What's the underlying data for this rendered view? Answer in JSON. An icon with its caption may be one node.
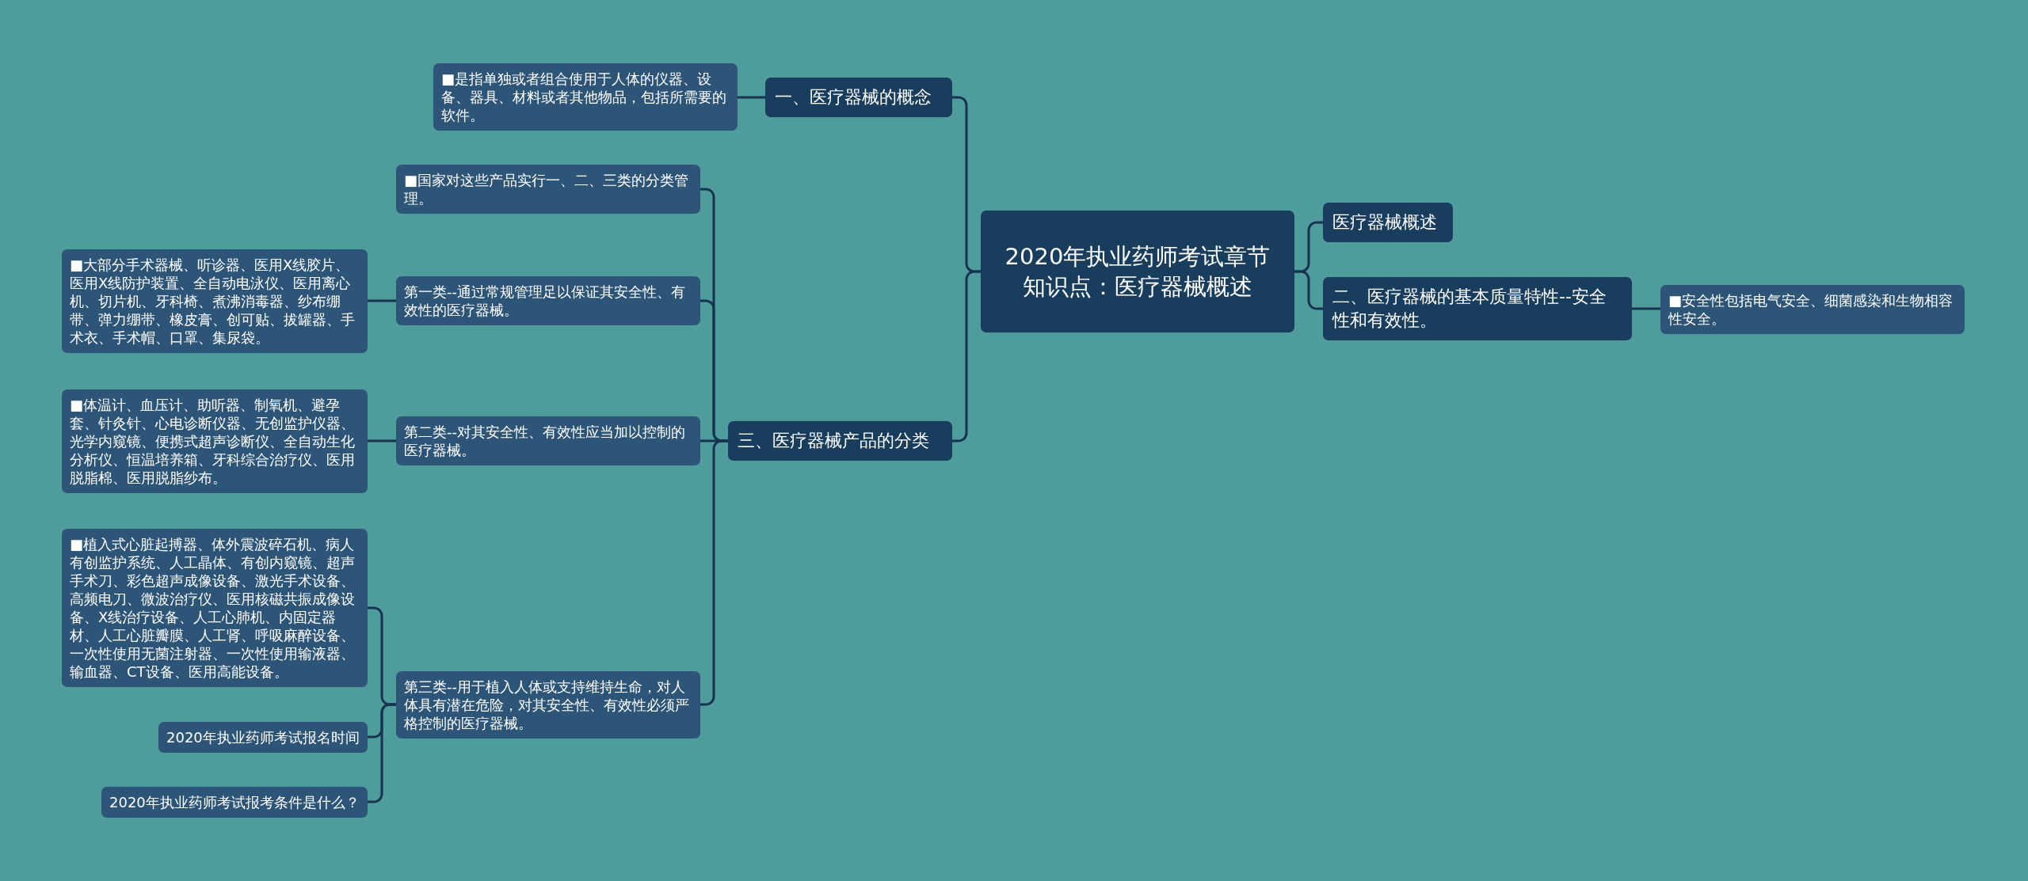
{
  "diagram": {
    "nodes": [
      {
        "text": [
          "2020年执业药师考试章节知识点：医疗器械概述"
        ]
      },
      {
        "text": [
          "一、医疗器械的概念"
        ]
      },
      {
        "text": [
          "■是指单独或者组合使用于人体的仪器、设备、器具、材料或者其他物品，包括所需要的软件。"
        ]
      },
      {
        "text": [
          "三、医疗器械产品的分类"
        ]
      },
      {
        "text": [
          "■国家对这些产品实行一、二、三类的分类管理。"
        ]
      },
      {
        "text": [
          "第一类--通过常规管理足以保证其安全性、有效性的医疗器械。"
        ]
      },
      {
        "text": [
          "■大部分手术器械、听诊器、医用X线胶片、医用X线防护装置、全自动电泳仪、医用离心机、切片机、牙科椅、煮沸消毒器、纱布绷带、弹力绷带、橡皮膏、创可贴、拔罐器、手术衣、手术帽、口罩、集尿袋。"
        ]
      },
      {
        "text": [
          "第二类--对其安全性、有效性应当加以控制的医疗器械。"
        ]
      },
      {
        "text": [
          "■体温计、血压计、助听器、制氧机、避孕套、针灸针、心电诊断仪器、无创监护仪器、光学内窥镜、便携式超声诊断仪、全自动生化分析仪、恒温培养箱、牙科综合治疗仪、医用脱脂棉、医用脱脂纱布。"
        ]
      },
      {
        "text": [
          "第三类--用于植入人体或支持维持生命，对人体具有潜在危险，对其安全性、有效性必须严格控制的医疗器械。"
        ]
      },
      {
        "text": [
          "■植入式心脏起搏器、体外震波碎石机、病人有创监护系统、人工晶体、有创内窥镜、超声手术刀、彩色超声成像设备、激光手术设备、高频电刀、微波治疗仪、医用核磁共振成像设备、X线治疗设备、人工心肺机、内固定器材、人工心脏瓣膜、人工肾、呼吸麻醉设备、一次性使用无菌注射器、一次性使用输液器、输血器、CT设备、医用高能设备。"
        ]
      },
      {
        "text": [
          "2020年执业药师考试报名时间"
        ]
      },
      {
        "text": [
          "2020年执业药师考试报考条件是什么？"
        ]
      },
      {
        "text": [
          "医疗器械概述"
        ]
      },
      {
        "text": [
          "二、医疗器械的基本质量特性--安全性和有效性。"
        ]
      },
      {
        "text": [
          "■安全性包括电气安全、细菌感染和生物相容性安全。"
        ]
      }
    ],
    "edges": [
      {
        "from": 0,
        "to": 1,
        "arrow": "none"
      },
      {
        "from": 1,
        "to": 2,
        "arrow": "none"
      },
      {
        "from": 0,
        "to": 3,
        "arrow": "none"
      },
      {
        "from": 3,
        "to": 4,
        "arrow": "none"
      },
      {
        "from": 3,
        "to": 5,
        "arrow": "none"
      },
      {
        "from": 5,
        "to": 6,
        "arrow": "none"
      },
      {
        "from": 3,
        "to": 7,
        "arrow": "none"
      },
      {
        "from": 7,
        "to": 8,
        "arrow": "none"
      },
      {
        "from": 3,
        "to": 9,
        "arrow": "none"
      },
      {
        "from": 9,
        "to": 10,
        "arrow": "none"
      },
      {
        "from": 9,
        "to": 11,
        "arrow": "none"
      },
      {
        "from": 9,
        "to": 12,
        "arrow": "none"
      },
      {
        "from": 0,
        "to": 13,
        "arrow": "none"
      },
      {
        "from": 0,
        "to": 14,
        "arrow": "none"
      },
      {
        "from": 14,
        "to": 15,
        "arrow": "none"
      }
    ]
  }
}
